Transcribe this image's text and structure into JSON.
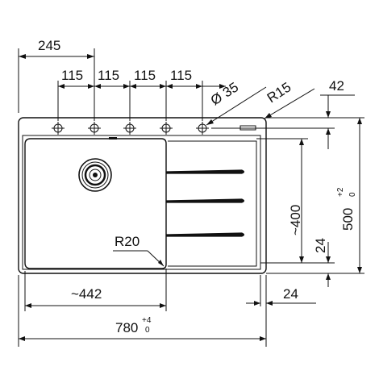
{
  "dimensions": {
    "overall_tap_offset": "245",
    "tap_spacings": [
      "115",
      "115",
      "115",
      "115"
    ],
    "hole_diameter": "Ø 35",
    "outer_radius": "R15",
    "rim_offset": "42",
    "bowl_height": "~400",
    "overall_height": "500",
    "overall_height_tol_upper": "+2",
    "overall_height_tol_lower": "0",
    "bottom_rim_right": "24",
    "bottom_rim_below": "24",
    "inner_radius": "R20",
    "bowl_width": "~442",
    "overall_width": "780",
    "overall_width_tol_upper": "+4",
    "overall_width_tol_lower": "0"
  }
}
